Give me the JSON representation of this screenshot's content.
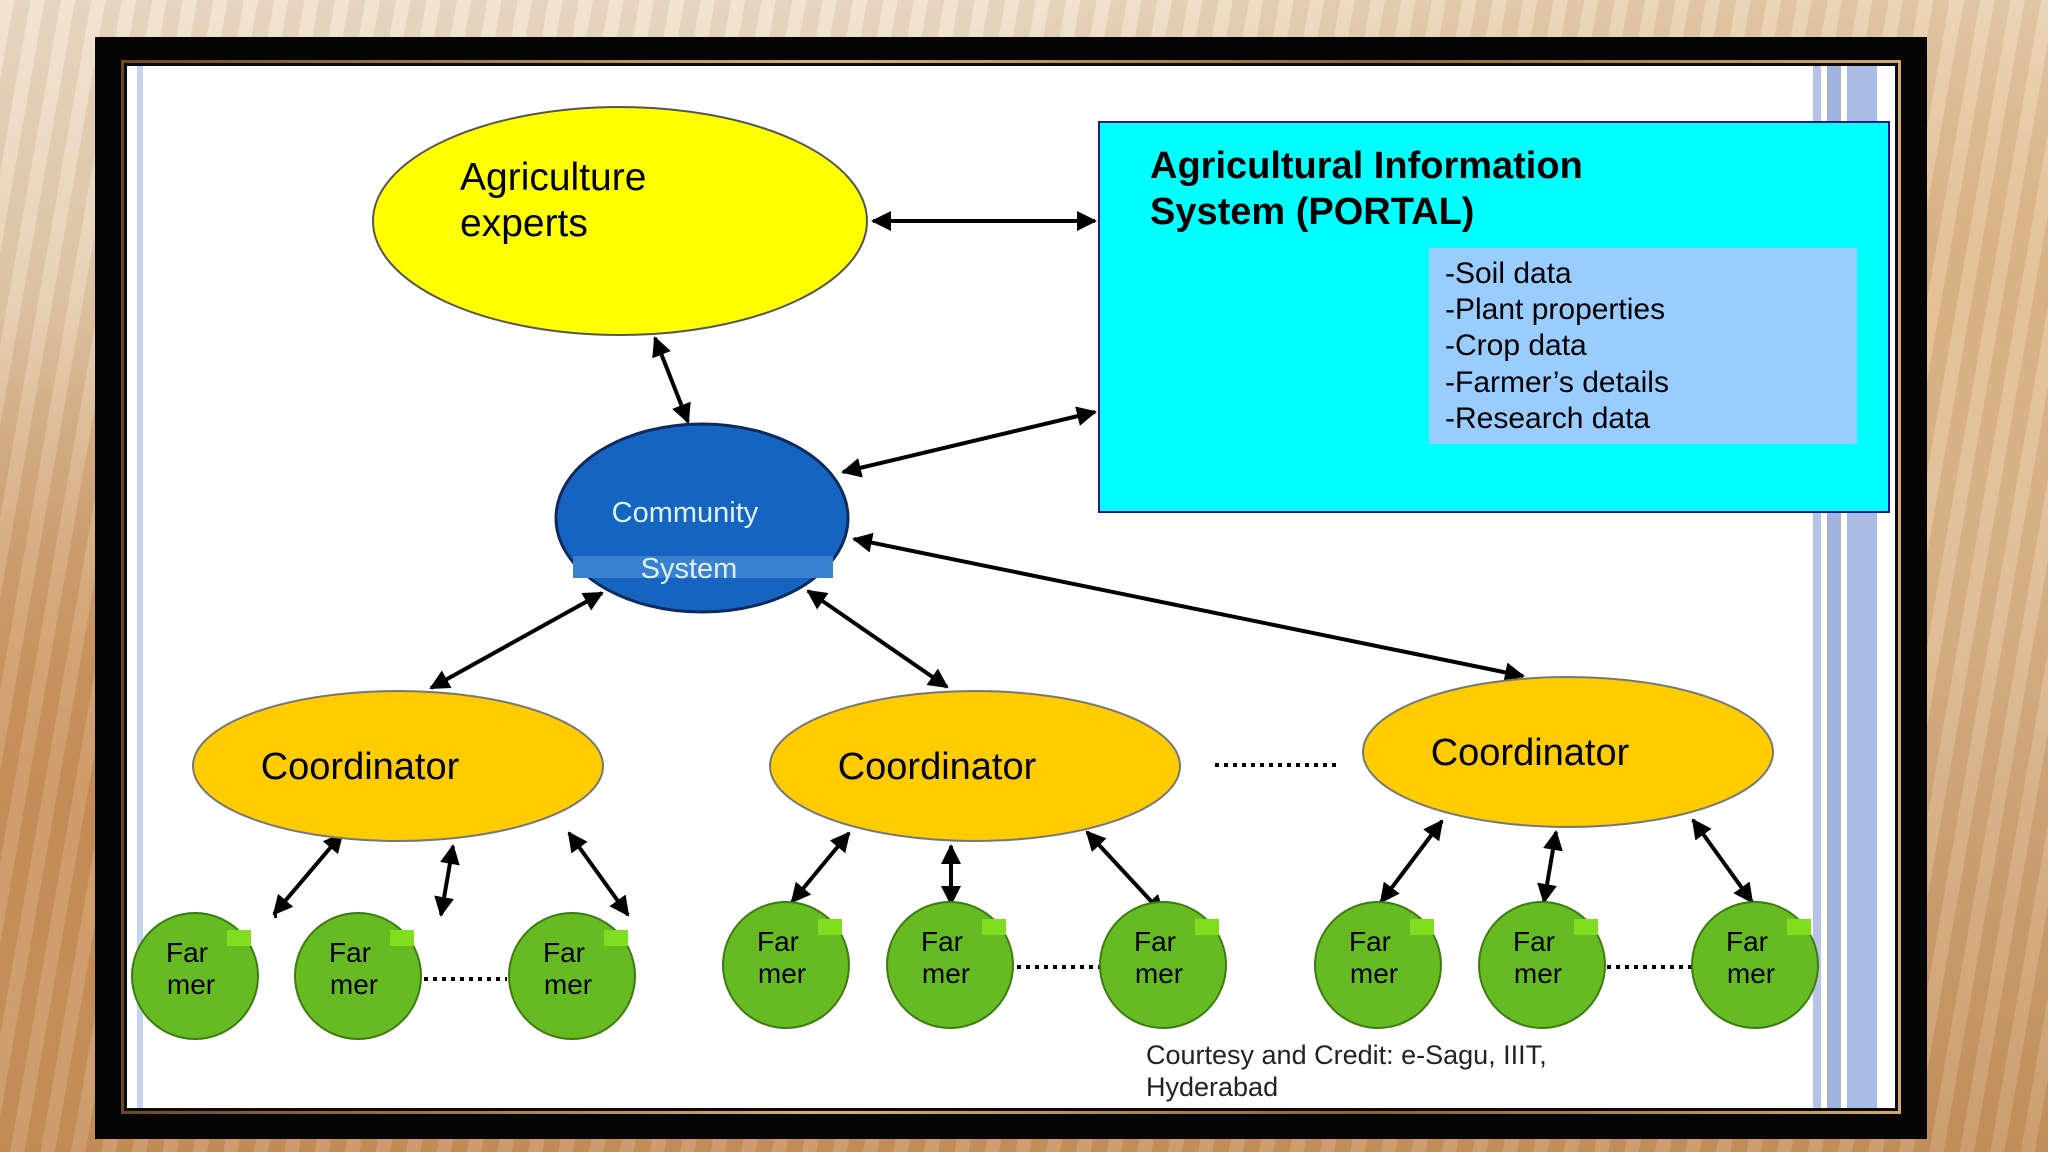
{
  "nodes": {
    "experts": {
      "line1": "Agriculture",
      "line2": "experts"
    },
    "portal": {
      "title_line1": "Agricultural Information",
      "title_line2": "System (PORTAL)",
      "items": [
        "-Soil data",
        "-Plant properties",
        "-Crop data",
        "-Farmer’s details",
        "-Research data"
      ]
    },
    "community": {
      "line1": "Community",
      "line2": "System"
    },
    "coordinators": [
      "Coordinator",
      "Coordinator",
      "Coordinator"
    ],
    "farmer": {
      "line1": "Far",
      "line2": "mer"
    }
  },
  "credit": {
    "line1": "Courtesy and Credit: e-Sagu, IIIT,",
    "line2": "Hyderabad"
  },
  "colors": {
    "experts_fill": "#ffff00",
    "portal_fill": "#00ffff",
    "portal_list_fill": "#99ccff",
    "community_fill": "#1565c0",
    "coordinator_fill": "#ffcc00",
    "farmer_fill": "#66bb22",
    "arrow": "#000000"
  }
}
